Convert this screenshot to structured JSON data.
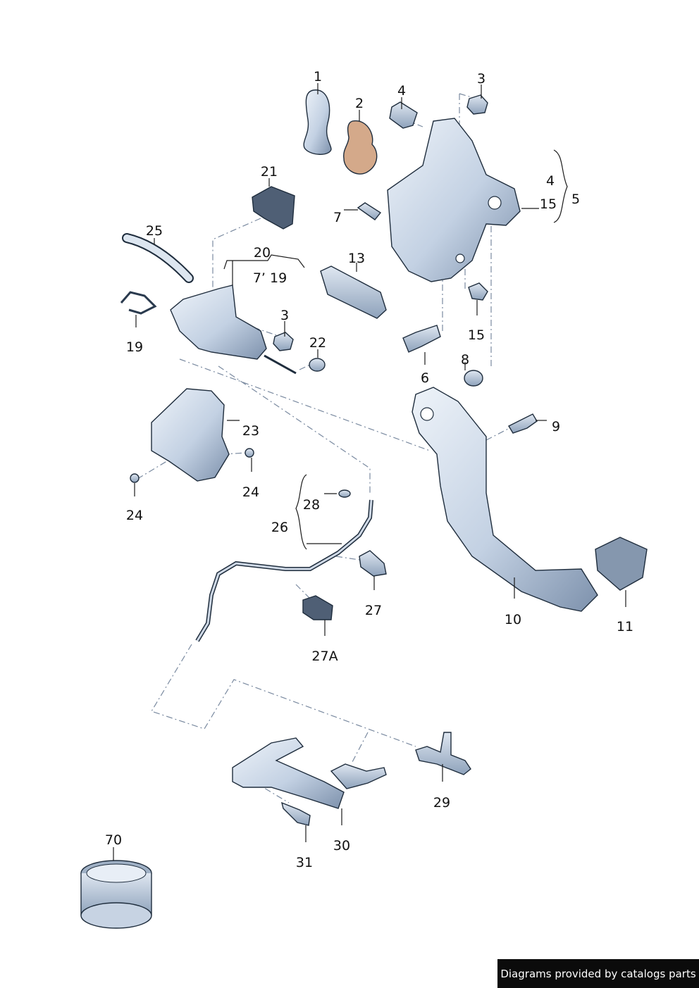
{
  "labels": {
    "l1": "1",
    "l2": "2",
    "l3a": "3",
    "l3b": "3",
    "l4a": "4",
    "l4b": "4",
    "l5": "5",
    "l6": "6",
    "l7": "7",
    "l8": "8",
    "l9": "9",
    "l10": "10",
    "l11": "11",
    "l13": "13",
    "l15a": "15",
    "l15b": "15",
    "l19": "19",
    "l20": "20",
    "l20sub": "7’ 19",
    "l21": "21",
    "l22": "22",
    "l23": "23",
    "l24a": "24",
    "l24b": "24",
    "l25": "25",
    "l26": "26",
    "l27": "27",
    "l27a": "27A",
    "l28": "28",
    "l29": "29",
    "l30": "30",
    "l31": "31",
    "l70": "70"
  },
  "watermark": "Diagrams provided by catalogs parts",
  "colors": {
    "part_fill": "#c9d6e6",
    "part_dark": "#7f93ad",
    "part_light": "#e6edf5",
    "outline": "#1f2d3d"
  }
}
